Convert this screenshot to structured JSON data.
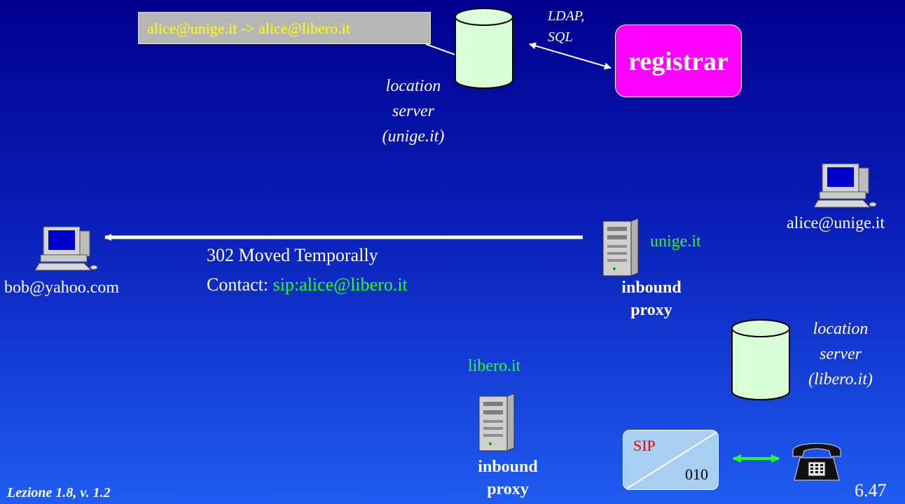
{
  "top": {
    "mapping_text": "alice@unige.it -> alice@libero.it",
    "protocol_line1": "LDAP,",
    "protocol_line2": "SQL",
    "registrar_label": "registrar",
    "location_server_unige": {
      "line1": "location",
      "line2": "server",
      "line3": "(unige.it)"
    }
  },
  "middle": {
    "bob_label": "bob@yahoo.com",
    "alice_label": "alice@unige.it",
    "message_status": "302 Moved Temporally",
    "contact_prefix": "Contact:",
    "contact_value": "sip:alice@libero.it",
    "unige_domain": "unige.it",
    "unige_proxy_line1": "inbound",
    "unige_proxy_line2": "proxy"
  },
  "bottom": {
    "libero_domain": "libero.it",
    "libero_proxy_line1": "inbound",
    "libero_proxy_line2": "proxy",
    "location_server_libero": {
      "line1": "location",
      "line2": "server",
      "line3": "(libero.it)"
    },
    "sip_gateway_label": "SIP",
    "sip_gateway_number": "010"
  },
  "footer": {
    "lesson": "Lezione 1.8, v. 1.2",
    "slide_number": "6.47"
  },
  "colors": {
    "background_top": "#00008f",
    "background_bottom": "#1f5cf2",
    "mapping_text": "#ffff00",
    "domain_text": "#22ff22",
    "registrar": "#ff00ff",
    "cylinder": "#d8ffd8",
    "sip_box": "#a8cef2",
    "sip_label": "#ff0000",
    "phone_link_arrow": "#22ff22"
  }
}
